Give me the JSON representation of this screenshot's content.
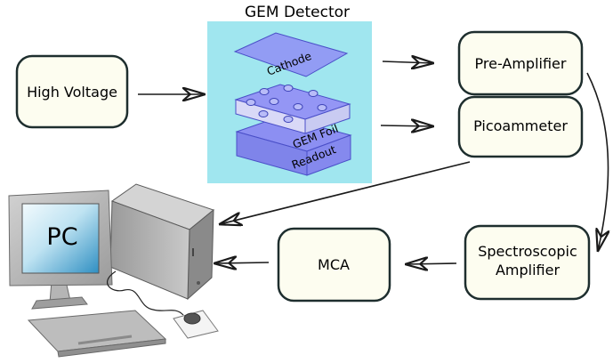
{
  "title": "GEM Detector",
  "detector": {
    "cathode": "Cathode",
    "gem_foil": "GEM Foil",
    "readout": "Readout"
  },
  "boxes": {
    "high_voltage": "High Voltage",
    "pre_amplifier": "Pre-Amplifier",
    "picoammeter": "Picoammeter",
    "spectroscopic_line1": "Spectroscopic",
    "spectroscopic_line2": "Amplifier",
    "mca": "MCA"
  },
  "computer": {
    "screen_label": "PC"
  },
  "colors": {
    "box_fill": "#fdfdf0",
    "box_stroke": "#1e2e2e",
    "detector_bg": "#9fe6ee",
    "layer_fill": "#8a8ef0",
    "screen_gradient_start": "#e8f4fa",
    "screen_gradient_end": "#2f96c8"
  }
}
